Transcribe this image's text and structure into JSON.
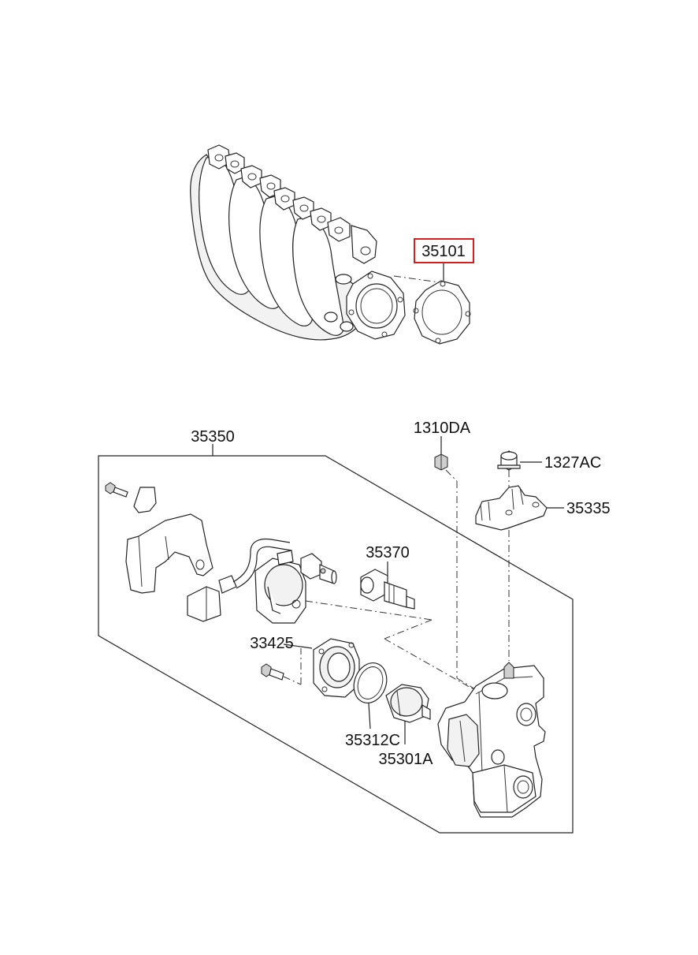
{
  "parts": {
    "gasket": "35101",
    "assembly": "35350",
    "bolt_1310": "1310DA",
    "nut_1327": "1327AC",
    "bracket": "35335",
    "sensor": "35370",
    "actuator": "33425",
    "oring": "35312C",
    "valve": "35301A"
  },
  "colors": {
    "highlight": "#d62020",
    "line": "#222222"
  }
}
